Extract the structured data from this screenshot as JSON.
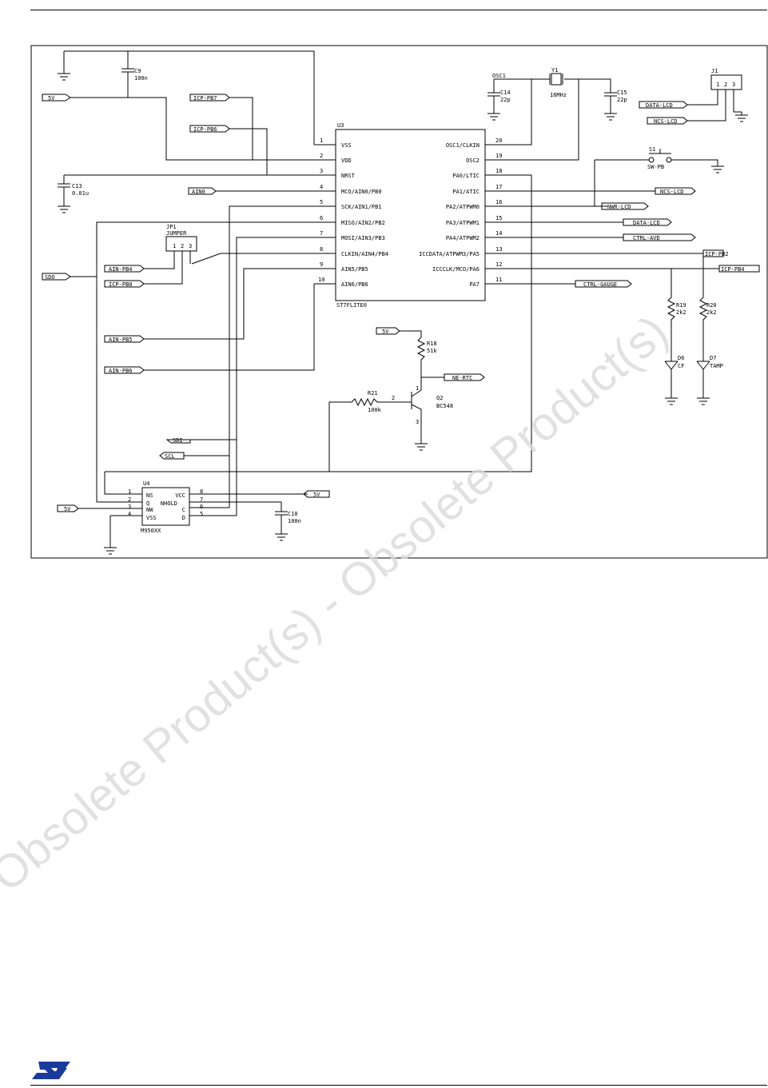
{
  "watermark": "Obsolete Product(s) - Obsolete Product(s)",
  "colors": {
    "line": "#000000",
    "watermark": "#d9d9d9",
    "logo": "#1a3b9c"
  },
  "logo_icon": "st-logo-icon",
  "parts": {
    "u3": {
      "ref": "U3",
      "name": "ST7FLITE0",
      "pins": [
        {
          "n": "1",
          "label": "VSS"
        },
        {
          "n": "2",
          "label": "VDD"
        },
        {
          "n": "3",
          "label": "NRST"
        },
        {
          "n": "4",
          "label": "MCO/AIN0/PB0"
        },
        {
          "n": "5",
          "label": "SCK/AIN1/PB1"
        },
        {
          "n": "6",
          "label": "MISO/AIN2/PB2"
        },
        {
          "n": "7",
          "label": "MOSI/AIN3/PB3"
        },
        {
          "n": "8",
          "label": "CLKIN/AIN4/PB4"
        },
        {
          "n": "9",
          "label": "AIN5/PB5"
        },
        {
          "n": "10",
          "label": "AIN6/PB6"
        },
        {
          "n": "20",
          "label": "OSC1/CLKIN"
        },
        {
          "n": "19",
          "label": "OSC2"
        },
        {
          "n": "18",
          "label": "PA0/LTIC"
        },
        {
          "n": "17",
          "label": "PA1/ATIC"
        },
        {
          "n": "16",
          "label": "PA2/ATPWM0"
        },
        {
          "n": "15",
          "label": "PA3/ATPWM1"
        },
        {
          "n": "14",
          "label": "PA4/ATPWM2"
        },
        {
          "n": "13",
          "label": "ICCDATA/ATPWM3/PA5"
        },
        {
          "n": "12",
          "label": "ICCCLK/MCO/PA6"
        },
        {
          "n": "11",
          "label": "PA7"
        }
      ]
    },
    "u4": {
      "ref": "U4",
      "name": "M950XX",
      "pins": [
        {
          "n": "1",
          "label": "NS"
        },
        {
          "n": "2",
          "label": "Q"
        },
        {
          "n": "3",
          "label": "NW"
        },
        {
          "n": "4",
          "label": "VSS"
        },
        {
          "n": "8",
          "label": "VCC"
        },
        {
          "n": "7",
          "label": "NHOLD"
        },
        {
          "n": "6",
          "label": "C"
        },
        {
          "n": "5",
          "label": "D"
        }
      ]
    },
    "j1": {
      "ref": "J1",
      "pins": [
        "1",
        "2",
        "3"
      ]
    },
    "jp1": {
      "ref": "JP1",
      "name": "JUMPER",
      "pins": [
        "1",
        "2",
        "3"
      ]
    },
    "c9": {
      "ref": "C9",
      "value": "100n"
    },
    "c13": {
      "ref": "C13",
      "value": "0.01u"
    },
    "c14": {
      "ref": "C14",
      "value": "22p"
    },
    "c15": {
      "ref": "C15",
      "value": "22p"
    },
    "c10": {
      "ref": "C10",
      "value": "100n"
    },
    "y1": {
      "ref": "Y1",
      "value": "16MHz"
    },
    "osc": {
      "ref": "OSC1"
    },
    "s1": {
      "ref": "S1",
      "value": "SW-PB"
    },
    "r18": {
      "ref": "R18",
      "value": "51k"
    },
    "r21": {
      "ref": "R21",
      "value": "100k"
    },
    "r19": {
      "ref": "R19",
      "value": "2k2"
    },
    "r20": {
      "ref": "R20",
      "value": "2k2"
    },
    "d6": {
      "ref": "D6",
      "value": "CF"
    },
    "d7": {
      "ref": "D7",
      "value": "TAMP"
    },
    "q2": {
      "ref": "Q2",
      "value": "BC548",
      "pins": [
        "1",
        "2",
        "3"
      ]
    }
  },
  "nets": {
    "v5": "5V",
    "sdo": "SDO",
    "sdi": "SDI",
    "scl": "SCL",
    "icp_pb7": "ICP-PB7",
    "icp_pb6": "ICP-PB6",
    "icp_pb0": "ICP-PB0",
    "icp_pb2": "ICP-PB2",
    "icp_pb4": "ICP-PB4",
    "ain0": "AIN0",
    "ain_pb4": "AIN-PB4",
    "ain_pb5": "AIN-PB5",
    "ain_pb6": "AIN-PB6",
    "data_lcd": "DATA-LCD",
    "ncs_lcd": "NCS-LCD",
    "nwr_lcd": "NWR-LCD",
    "ctrl_avd": "CTRL-AVD",
    "ctrl_gauge": "CTRL-GAUGE",
    "ne_rtc": "NE-RTC"
  }
}
